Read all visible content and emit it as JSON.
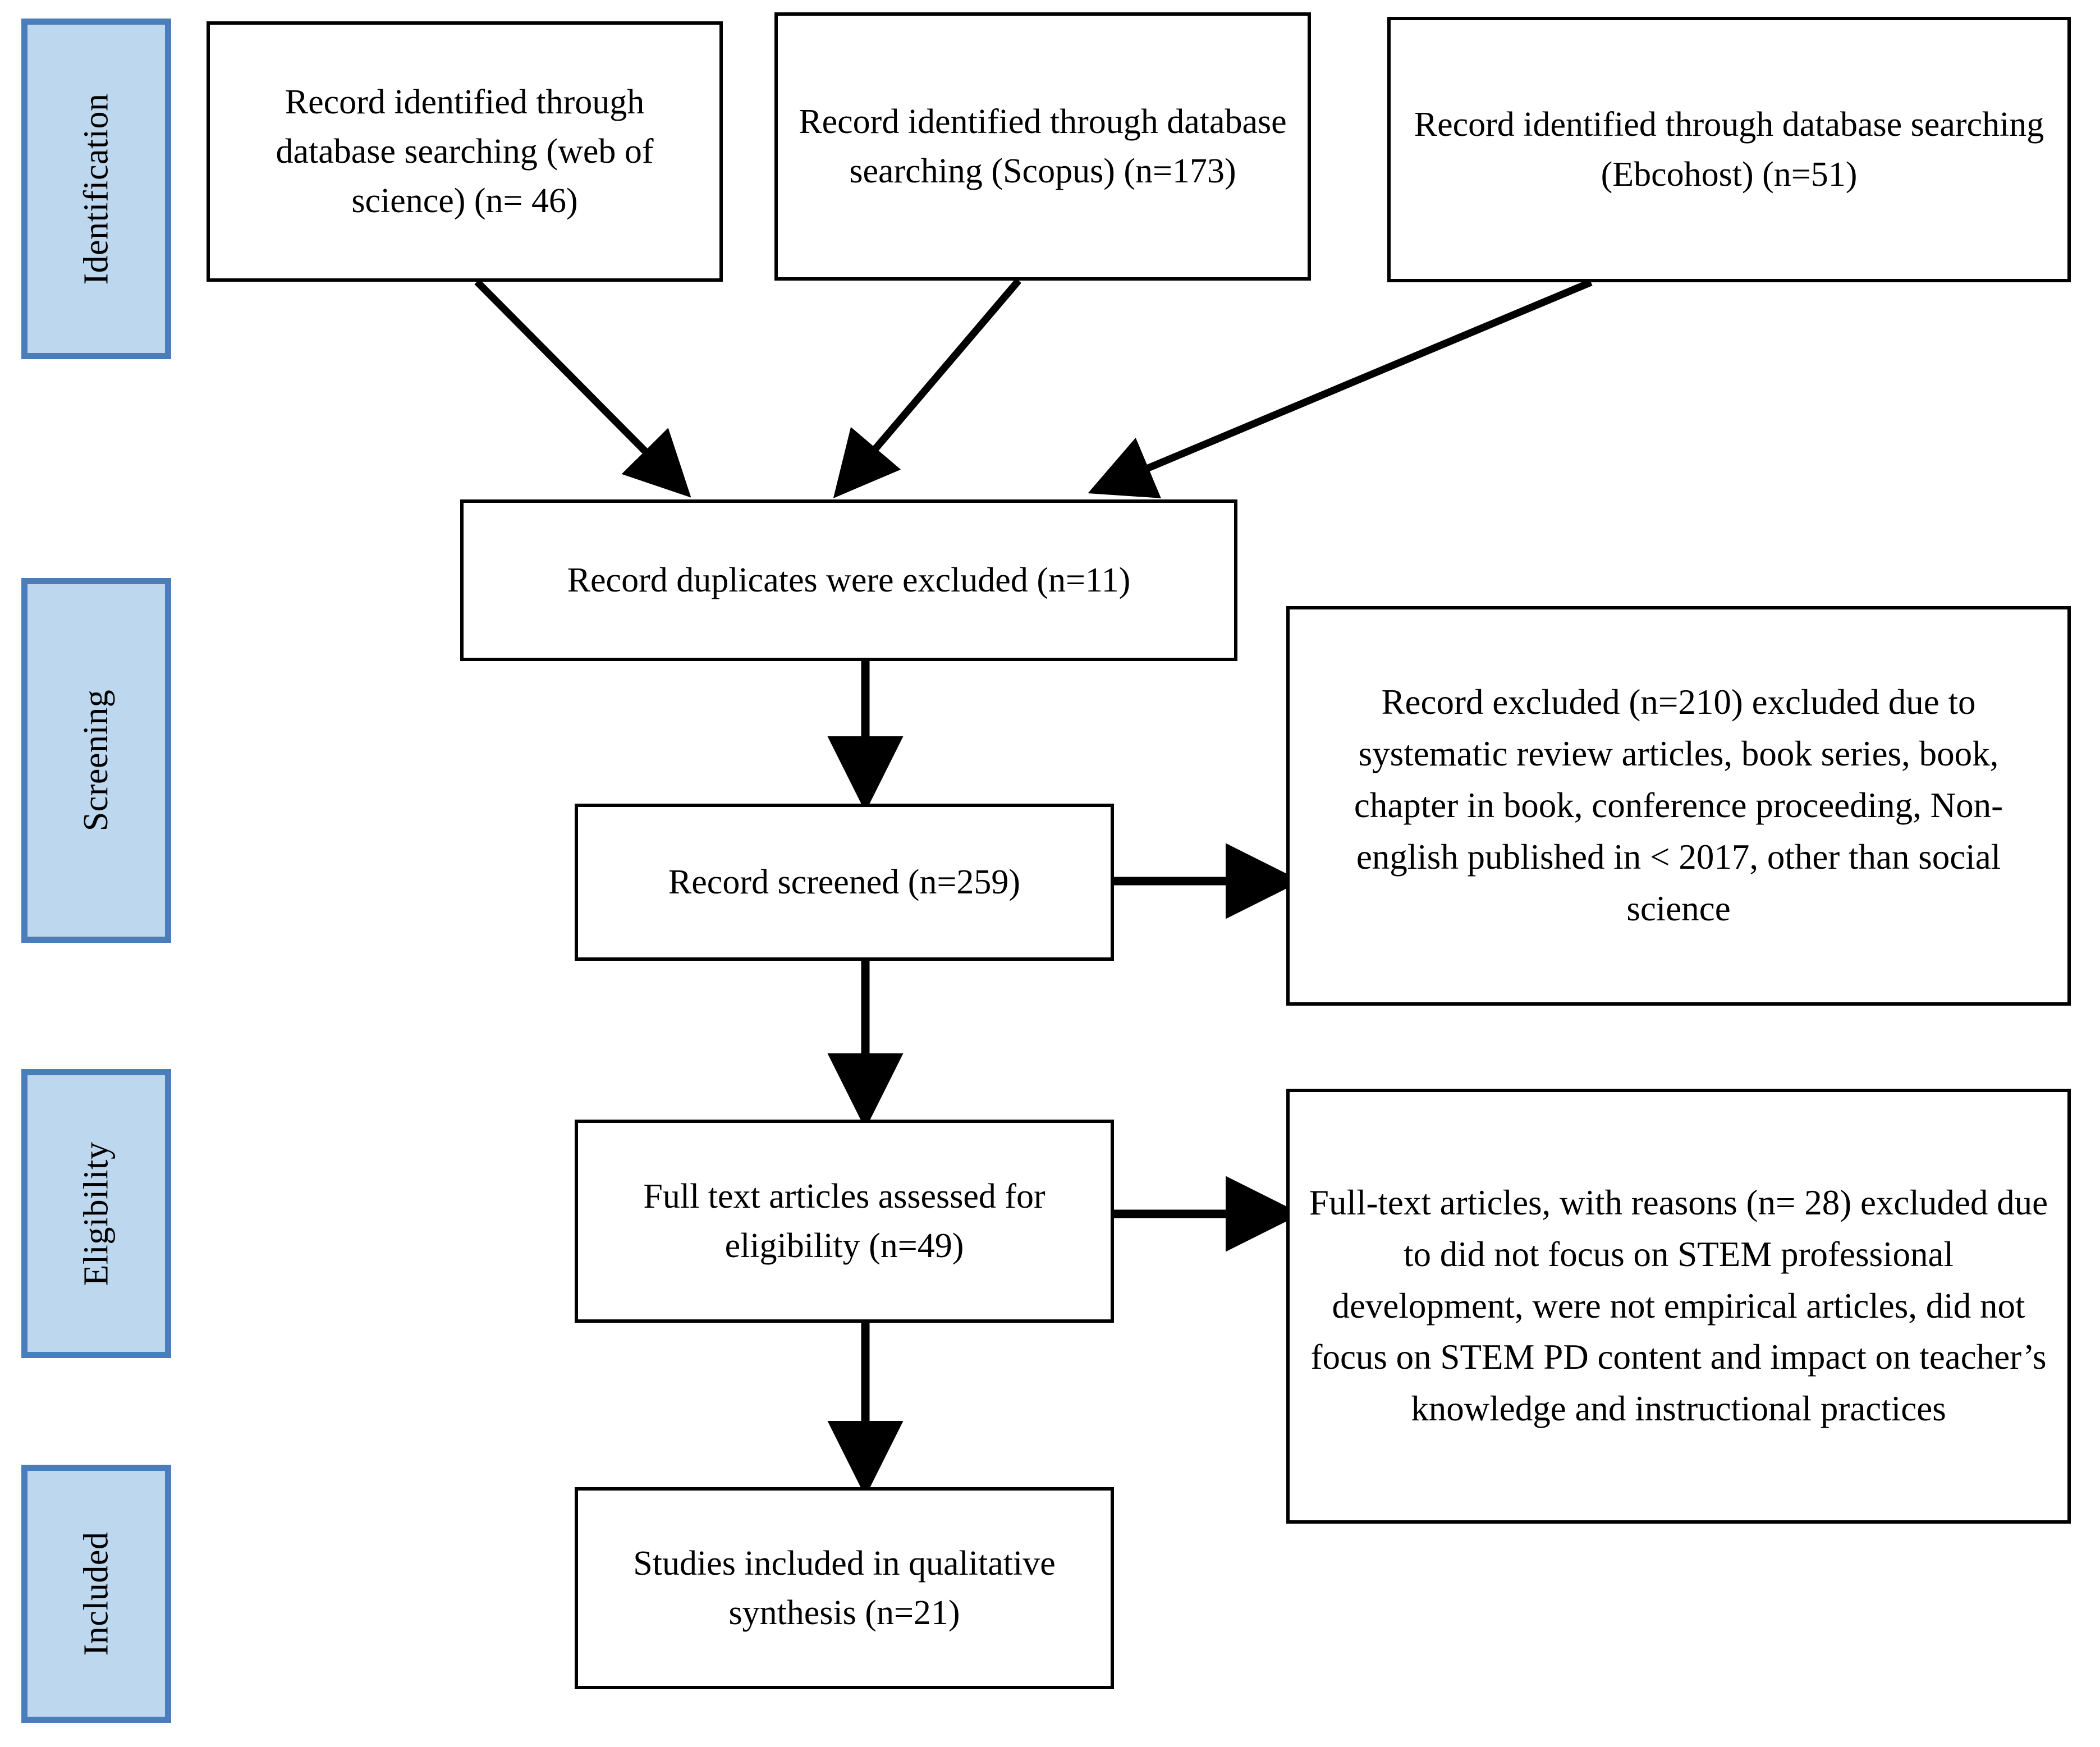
{
  "figure": {
    "type": "prisma-flow-diagram",
    "accent_color": "#bdd7ee",
    "accent_border_color": "#4a7ebb",
    "line_color": "#000000",
    "box_fill": "#ffffff"
  },
  "stages": [
    {
      "id": "identification",
      "label": "Identification"
    },
    {
      "id": "screening",
      "label": "Screening"
    },
    {
      "id": "eligibility",
      "label": "Eligibility"
    },
    {
      "id": "included",
      "label": "Included"
    }
  ],
  "sources": [
    {
      "id": "web-of-science",
      "text": "Record identified through database searching (web of science) (n= 46)",
      "database": "web of science",
      "n": 46
    },
    {
      "id": "scopus",
      "text": "Record identified through database searching (Scopus) (n=173)",
      "database": "Scopus",
      "n": 173
    },
    {
      "id": "ebcohost",
      "text": "Record identified through database searching (Ebcohost) (n=51)",
      "database": "Ebcohost",
      "n": 51
    }
  ],
  "flow": {
    "duplicates": {
      "id": "duplicates-excluded",
      "text": "Record duplicates were excluded (n=11)",
      "n": 11
    },
    "screened": {
      "id": "record-screened",
      "text": "Record screened (n=259)",
      "n": 259
    },
    "fulltext": {
      "id": "full-text-assessed",
      "text": "Full text articles assessed for eligibility (n=49)",
      "n": 49
    },
    "included": {
      "id": "studies-included",
      "text": "Studies included in qualitative synthesis (n=21)",
      "n": 21
    }
  },
  "exclusions": {
    "screening": {
      "id": "records-excluded",
      "text": "Record excluded (n=210) excluded due to systematic review articles, book series, book, chapter in book, conference proceeding, Non-english published in < 2017, other than social science",
      "n": 210
    },
    "eligibility": {
      "id": "fulltext-excluded",
      "text": "Full-text articles, with reasons (n= 28) excluded due to did not focus on STEM professional development, were not empirical articles, did not focus on STEM PD content and impact on teacher’s knowledge and instructional practices",
      "n": 28
    }
  }
}
